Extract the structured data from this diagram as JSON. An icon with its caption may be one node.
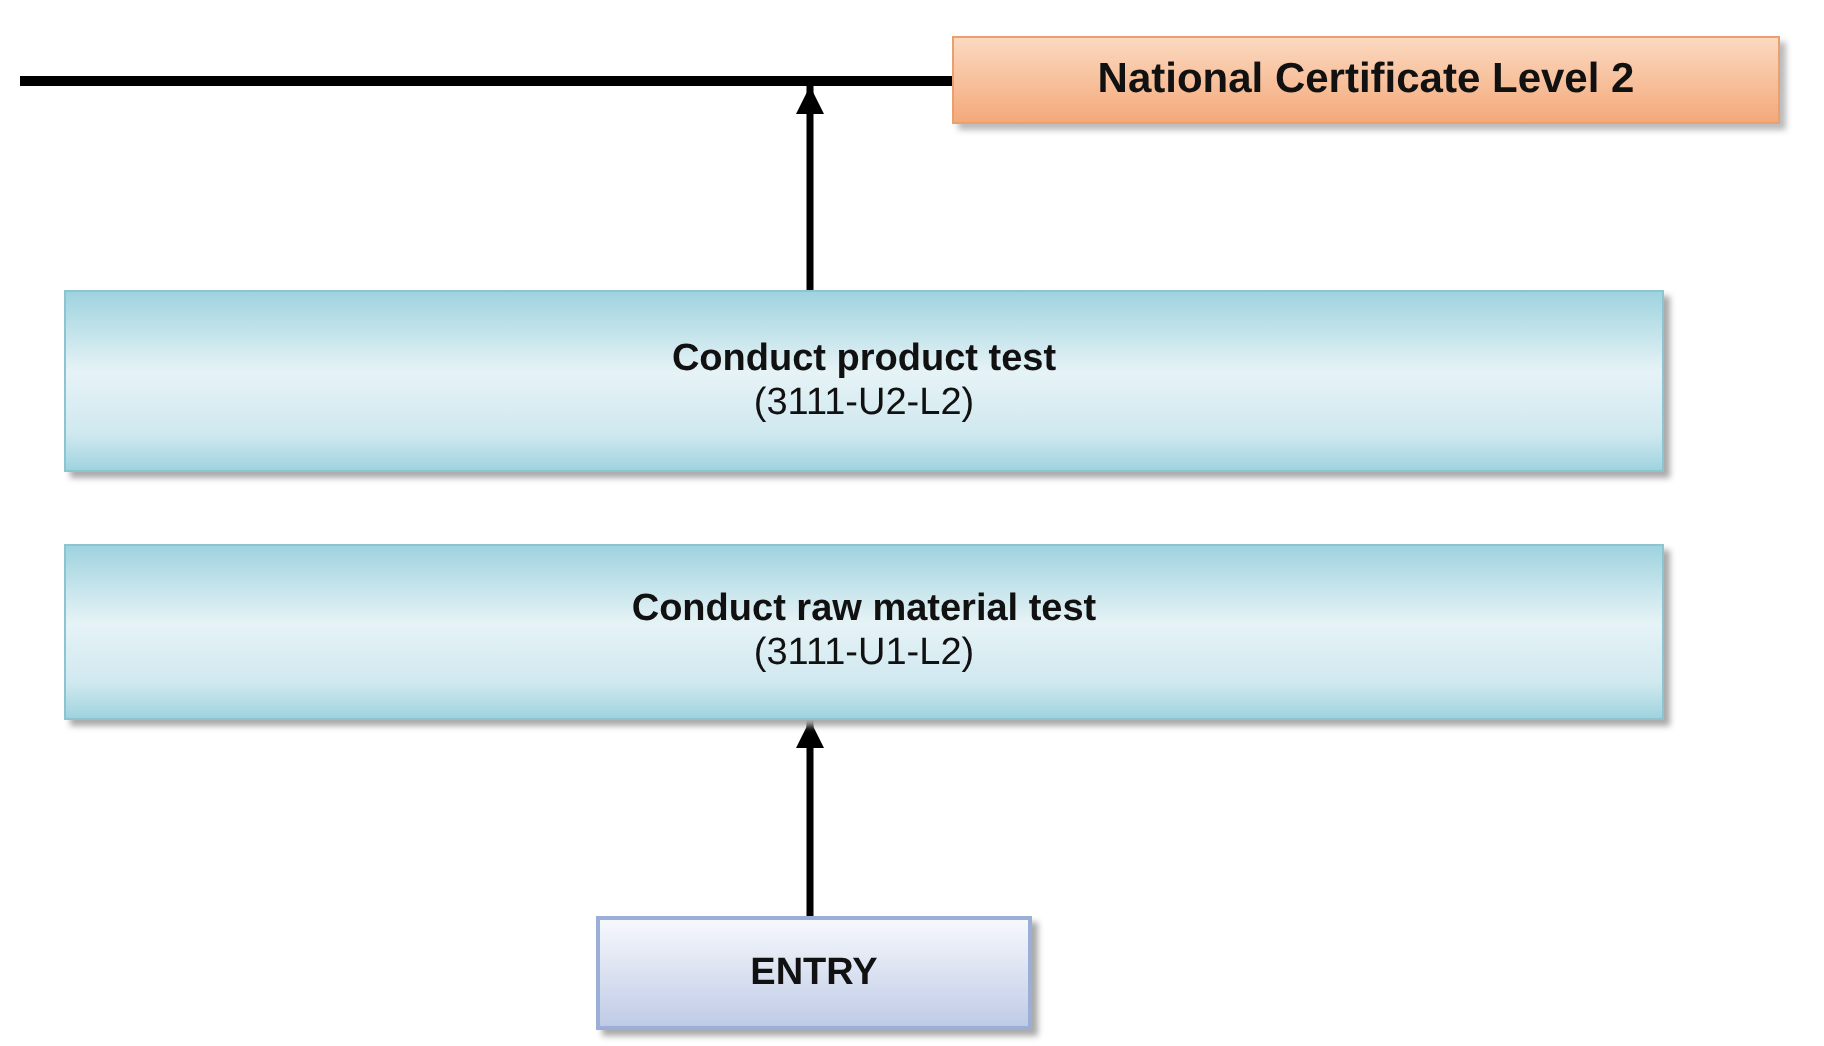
{
  "diagram": {
    "nodes": [
      {
        "text": [],
        "shape": "bar"
      },
      {
        "text": [
          "National Certificate Level 2"
        ]
      },
      {
        "text": [
          "Conduct product test",
          "(3111-U2-L2)"
        ]
      },
      {
        "text": [
          "Conduct raw material test",
          "(3111-U1-L2)"
        ]
      },
      {
        "text": [
          "ENTRY"
        ]
      }
    ],
    "edges": [
      {
        "from": 2,
        "to": 0,
        "arrow": "to"
      },
      {
        "from": 4,
        "to": 3,
        "arrow": "to"
      }
    ]
  }
}
